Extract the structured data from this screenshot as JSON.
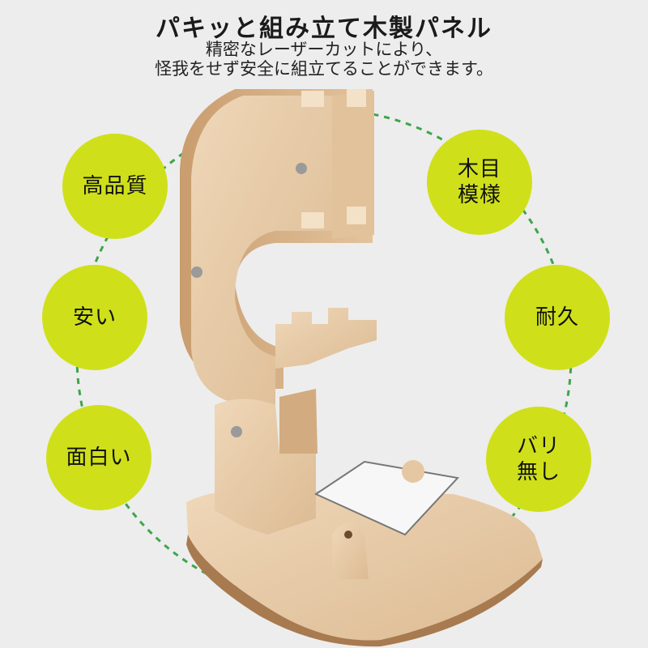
{
  "header": {
    "title": "パキッと組み立て木製パネル",
    "subtitle_line1": "精密なレーザーカットにより、",
    "subtitle_line2": "怪我をせず安全に組立てることができます。"
  },
  "features_left": [
    {
      "label": "高品質"
    },
    {
      "label": "安い"
    },
    {
      "label": "面白い"
    }
  ],
  "features_right": [
    {
      "line1": "木目",
      "line2": "模様"
    },
    {
      "label": "耐久"
    },
    {
      "line1": "バリ",
      "line2": "無し"
    }
  ],
  "colors": {
    "badge": "#cfe01a",
    "ring": "#3ea54a",
    "wood": "#e6c9a6",
    "background": "#ededed"
  }
}
